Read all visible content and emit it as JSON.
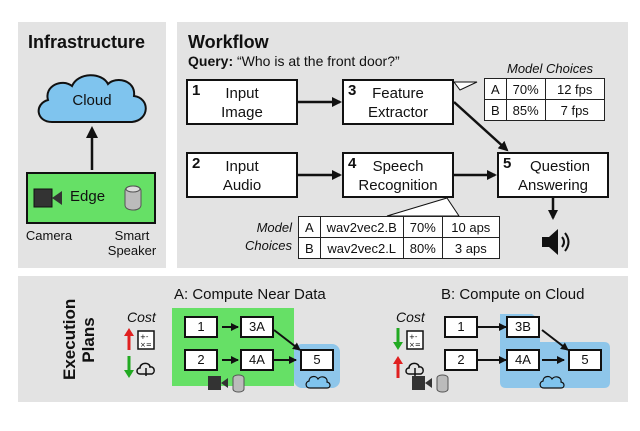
{
  "infrastructure": {
    "title": "Infrastructure",
    "cloud_label": "Cloud",
    "edge_label": "Edge",
    "camera_label": "Camera",
    "speaker_label_1": "Smart",
    "speaker_label_2": "Speaker"
  },
  "workflow": {
    "title": "Workflow",
    "query_prefix": "Query: ",
    "query_text": "“Who is at the front door?”",
    "nodes": [
      {
        "num": "1",
        "line1": "Input",
        "line2": "Image"
      },
      {
        "num": "2",
        "line1": "Input",
        "line2": "Audio"
      },
      {
        "num": "3",
        "line1": "Feature",
        "line2": "Extractor"
      },
      {
        "num": "4",
        "line1": "Speech",
        "line2": "Recognition"
      },
      {
        "num": "5",
        "line1": "Question",
        "line2": "Answering"
      }
    ],
    "feature_choices": {
      "title": "Model Choices",
      "rows": [
        {
          "option": "A",
          "accuracy": "70%",
          "rate": "12 fps"
        },
        {
          "option": "B",
          "accuracy": "85%",
          "rate": "7 fps"
        }
      ]
    },
    "speech_choices": {
      "title_line1": "Model",
      "title_line2": "Choices",
      "rows": [
        {
          "option": "A",
          "model": "wav2vec2.B",
          "accuracy": "70%",
          "rate": "10 aps"
        },
        {
          "option": "B",
          "model": "wav2vec2.L",
          "accuracy": "80%",
          "rate": "3 aps"
        }
      ]
    }
  },
  "plans": {
    "title_line1": "Execution",
    "title_line2": "Plans",
    "plan_a": {
      "title": "A: Compute Near Data",
      "cost_label": "Cost",
      "nodes": {
        "n1": "1",
        "n2": "2",
        "n3": "3A",
        "n4": "4A",
        "n5": "5"
      }
    },
    "plan_b": {
      "title": "B: Compute on Cloud",
      "cost_label": "Cost",
      "nodes": {
        "n1": "1",
        "n2": "2",
        "n3": "3B",
        "n4": "4A",
        "n5": "5"
      }
    }
  },
  "colors": {
    "edge_green": "#66e066",
    "cloud_blue": "#7fc4ee",
    "plan_blue": "#8ec6ea",
    "panel_gray": "#e3e3e3",
    "arrow_red": "#e02020",
    "arrow_green": "#22aa22"
  }
}
